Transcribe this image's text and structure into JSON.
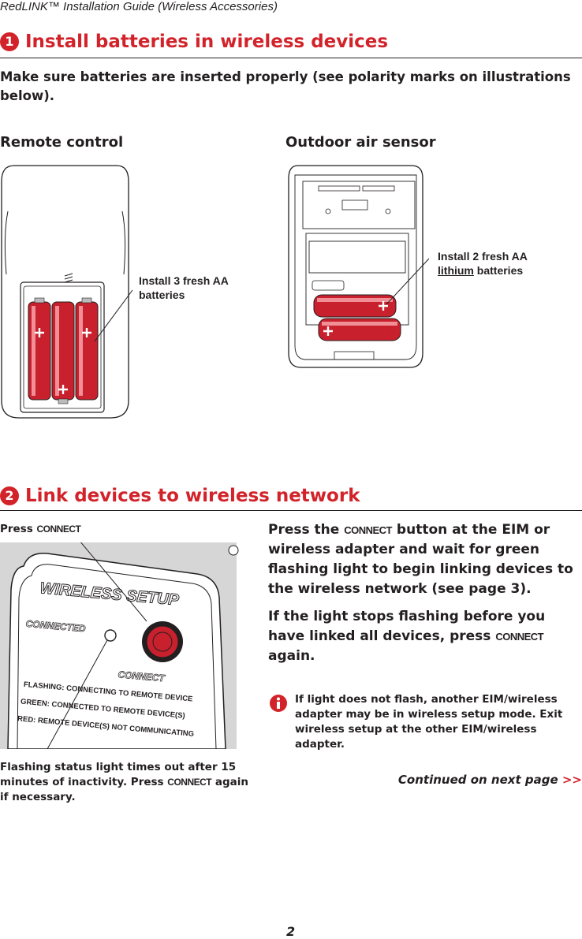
{
  "header": {
    "text": "RedLINK™ Installation Guide (Wireless Accessories)"
  },
  "section1": {
    "number": "1",
    "title": "Install batteries in wireless devices",
    "intro": "Make sure batteries are inserted properly (see polarity marks on illustrations below).",
    "remote": {
      "label": "Remote control",
      "callout": "Install 3 fresh AA batteries"
    },
    "sensor": {
      "label": "Outdoor air sensor",
      "callout_pre": "Install 2 fresh AA",
      "callout_underlined": "lithium",
      "callout_post": " batteries"
    }
  },
  "section2": {
    "number": "2",
    "title": "Link devices to wireless network",
    "press_label": "Press",
    "connect_word": "CONNECT",
    "device": {
      "title": "WIRELESS SETUP",
      "connected": "CONNECTED",
      "connect": "CONNECT",
      "line1": "FLASHING: CONNECTING TO REMOTE DEVICE",
      "line2": "GREEN: CONNECTED TO REMOTE DEVICE(S)",
      "line3": "RED: REMOTE DEVICE(S) NOT COMMUNICATING"
    },
    "para1_pre": "Press the",
    "para1_post": "button at the EIM or wireless adapter and wait for green flashing light to begin linking devices to the wireless network (see page 3).",
    "para2_pre": "If the light stops flashing before you have linked all devices, press",
    "para2_post": "again.",
    "note": "If light does not flash, another EIM/wireless adapter may be in wireless setup mode. Exit wireless setup at the other EIM/wireless adapter.",
    "status_pre": "Flashing status light times out after 15 minutes of inactivity. Press",
    "status_post": "again if necessary.",
    "continued": "Continued on next page",
    "continued_arrows": ">>"
  },
  "footer": {
    "page_number": "2"
  },
  "colors": {
    "accent": "#d2232a",
    "text": "#231f20"
  }
}
